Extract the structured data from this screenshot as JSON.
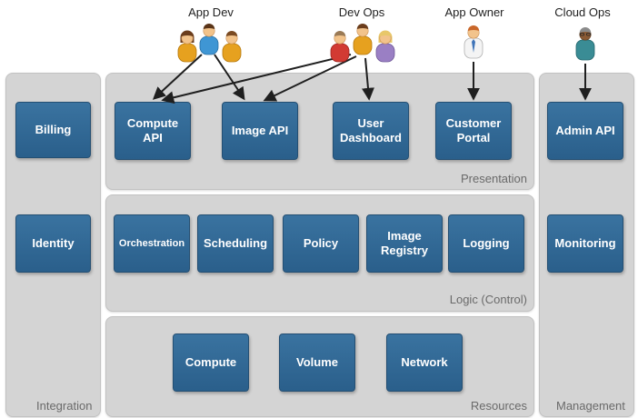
{
  "actors": [
    {
      "id": "app-dev",
      "label": "App Dev"
    },
    {
      "id": "dev-ops",
      "label": "Dev Ops"
    },
    {
      "id": "app-owner",
      "label": "App Owner"
    },
    {
      "id": "cloud-ops",
      "label": "Cloud Ops"
    }
  ],
  "panels": {
    "integration": "Integration",
    "presentation": "Presentation",
    "logic": "Logic (Control)",
    "resources": "Resources",
    "management": "Management"
  },
  "integration": {
    "billing": "Billing",
    "identity": "Identity"
  },
  "presentation": {
    "compute_api": "Compute\nAPI",
    "image_api": "Image API",
    "user_dashboard": "User\nDashboard",
    "customer_portal": "Customer\nPortal"
  },
  "logic": {
    "orchestration": "Orchestration",
    "scheduling": "Scheduling",
    "policy": "Policy",
    "image_registry": "Image\nRegistry",
    "logging": "Logging"
  },
  "resources": {
    "compute": "Compute",
    "volume": "Volume",
    "network": "Network"
  },
  "management": {
    "admin_api": "Admin API",
    "monitoring": "Monitoring"
  },
  "connections": [
    {
      "from": "App Dev",
      "to": "Compute API"
    },
    {
      "from": "App Dev",
      "to": "Image API"
    },
    {
      "from": "Dev Ops",
      "to": "Compute API"
    },
    {
      "from": "Dev Ops",
      "to": "Image API"
    },
    {
      "from": "Dev Ops",
      "to": "User Dashboard"
    },
    {
      "from": "App Owner",
      "to": "Customer Portal"
    },
    {
      "from": "Cloud Ops",
      "to": "Admin API"
    }
  ]
}
